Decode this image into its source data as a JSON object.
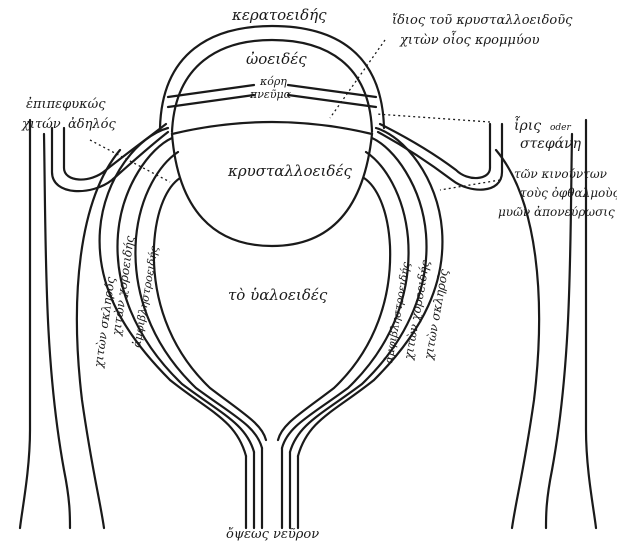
{
  "labels": {
    "cornea": "κερατοειδής",
    "aqueous": "ὠοειδές",
    "pupil_line1": "κόρη",
    "pupil_line2": "πνεῦμα",
    "lens_capsule_line1": "ἴδιος τοῦ κρυσταλλοειδοῦς",
    "lens_capsule_line2": "χιτὼν οἷος κρομμύου",
    "conjunctiva_line1": "ἐπιπεφυκώς",
    "conjunctiva_line2": "χιτών",
    "conjunctiva_line3": "ἀδηλός",
    "iris_line1": "ἶρις",
    "iris_oder": "oder",
    "iris_line2": "στεφάνη",
    "lens": "κρυσταλλοειδές",
    "muscles_line1": "τῶν κινούντων",
    "muscles_line2": "τοὺς ὀφθαλμοὺς",
    "muscles_line3": "μυῶν ἀπονεύρωσις",
    "vitreous": "τὸ ὑαλοειδές",
    "optic_nerve": "ὄψεως νεῦρον",
    "left_sclera": "χιτὼν σκληρός",
    "left_choroid": "χιτὼν χοροειδής",
    "left_retina": "ἀμφιβληστροειδής",
    "right_retina": "ἀμφιβληστροειδής",
    "right_choroid": "χιτὼν χοροειδής",
    "right_sclera": "χιτὼν σκληρός"
  }
}
